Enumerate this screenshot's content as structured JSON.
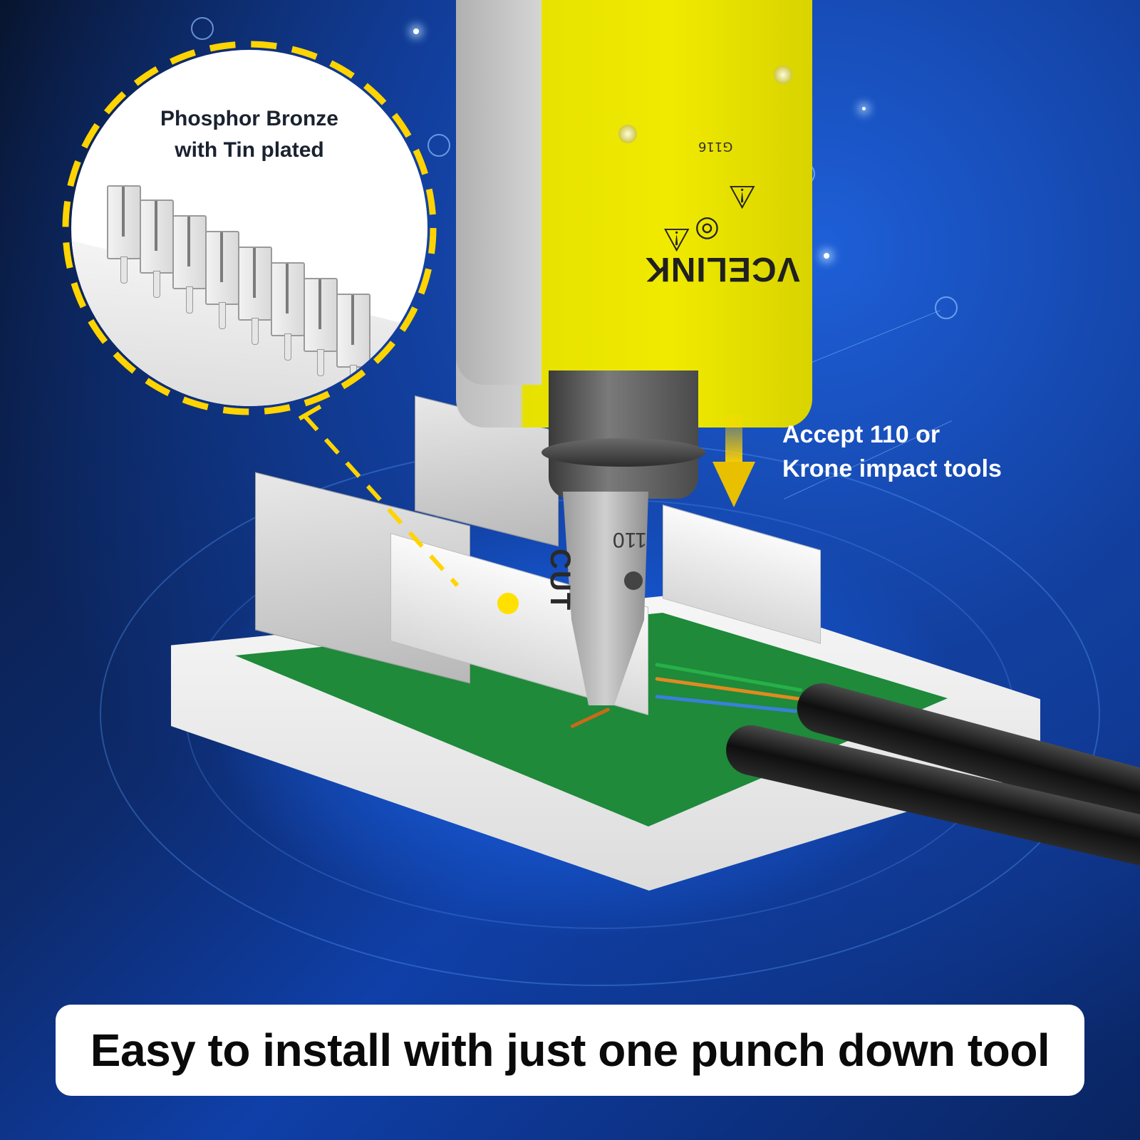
{
  "callout": {
    "title_line1": "Phosphor Bronze",
    "title_line2": "with Tin plated",
    "border_color": "#ffd400"
  },
  "tool": {
    "brand": "VCELINK",
    "model": "G116",
    "blade_label": "CUT",
    "blade_type": "110",
    "body_color": "#f0ea00"
  },
  "side_note": {
    "line1": "Accept 110 or",
    "line2": "Krone impact tools",
    "arrow_color": "#ffd200"
  },
  "banner": {
    "text": "Easy to install with just one punch down tool"
  },
  "colors": {
    "background": "#0f3fa8",
    "accent": "#ffd400",
    "pcb": "#1e8a3a"
  }
}
